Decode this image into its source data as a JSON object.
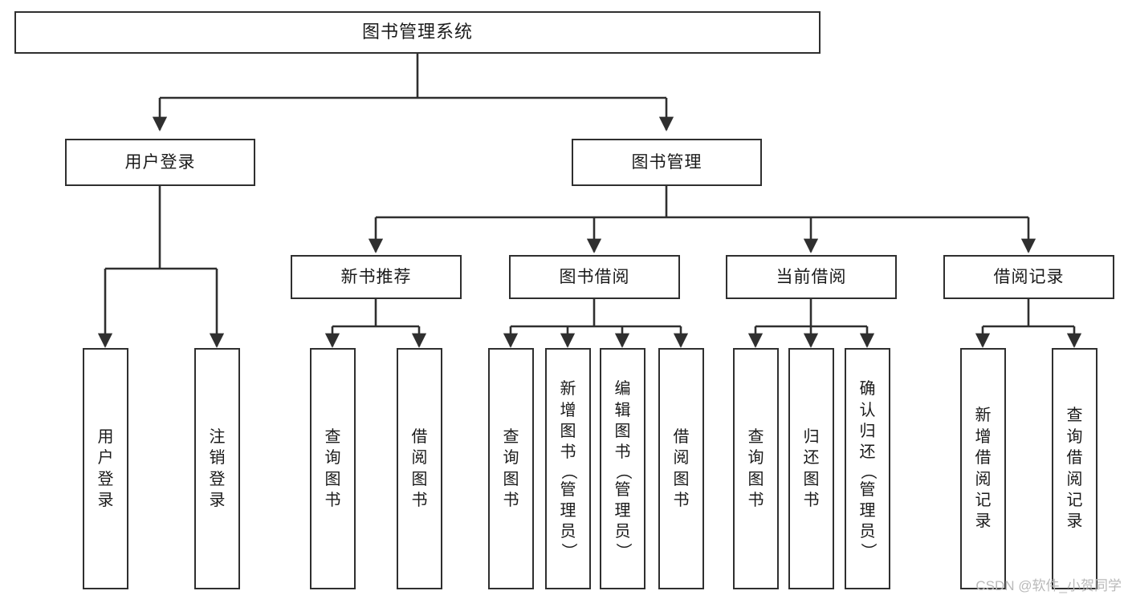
{
  "diagram": {
    "title": "图书管理系统",
    "type": "tree",
    "orientation": "top-down",
    "colors": {
      "background": "#ffffff",
      "box_border": "#2f2f2f",
      "box_fill": "#ffffff",
      "text": "#1a1a1a",
      "connector": "#2f2f2f",
      "watermark": "#b9b9b9"
    }
  },
  "watermark": "CSDN @软件_小贺同学",
  "nodes": {
    "root": {
      "label": "图书管理系统"
    },
    "level1": [
      {
        "id": "user-login",
        "label": "用户登录"
      },
      {
        "id": "book-manage",
        "label": "图书管理"
      }
    ],
    "level2": [
      {
        "id": "new-book-recommend",
        "label": "新书推荐"
      },
      {
        "id": "book-borrow",
        "label": "图书借阅"
      },
      {
        "id": "current-borrow",
        "label": "当前借阅"
      },
      {
        "id": "borrow-record",
        "label": "借阅记录"
      }
    ],
    "leaves": {
      "user_login": [
        {
          "id": "leaf-user-login",
          "label": "用户登录"
        },
        {
          "id": "leaf-logout",
          "label": "注销登录"
        }
      ],
      "new_book_recommend": [
        {
          "id": "leaf-query-book-1",
          "label": "查询图书"
        },
        {
          "id": "leaf-borrow-book-1",
          "label": "借阅图书"
        }
      ],
      "book_borrow": [
        {
          "id": "leaf-query-book-2",
          "label": "查询图书"
        },
        {
          "id": "leaf-add-book",
          "label": "新增图书（管理员）"
        },
        {
          "id": "leaf-edit-book",
          "label": "编辑图书（管理员）"
        },
        {
          "id": "leaf-borrow-book-2",
          "label": "借阅图书"
        }
      ],
      "current_borrow": [
        {
          "id": "leaf-query-book-3",
          "label": "查询图书"
        },
        {
          "id": "leaf-return-book",
          "label": "归还图书"
        },
        {
          "id": "leaf-confirm-return",
          "label": "确认归还（管理员）"
        }
      ],
      "borrow_record": [
        {
          "id": "leaf-add-record",
          "label": "新增借阅记录"
        },
        {
          "id": "leaf-query-record",
          "label": "查询借阅记录"
        }
      ]
    }
  }
}
